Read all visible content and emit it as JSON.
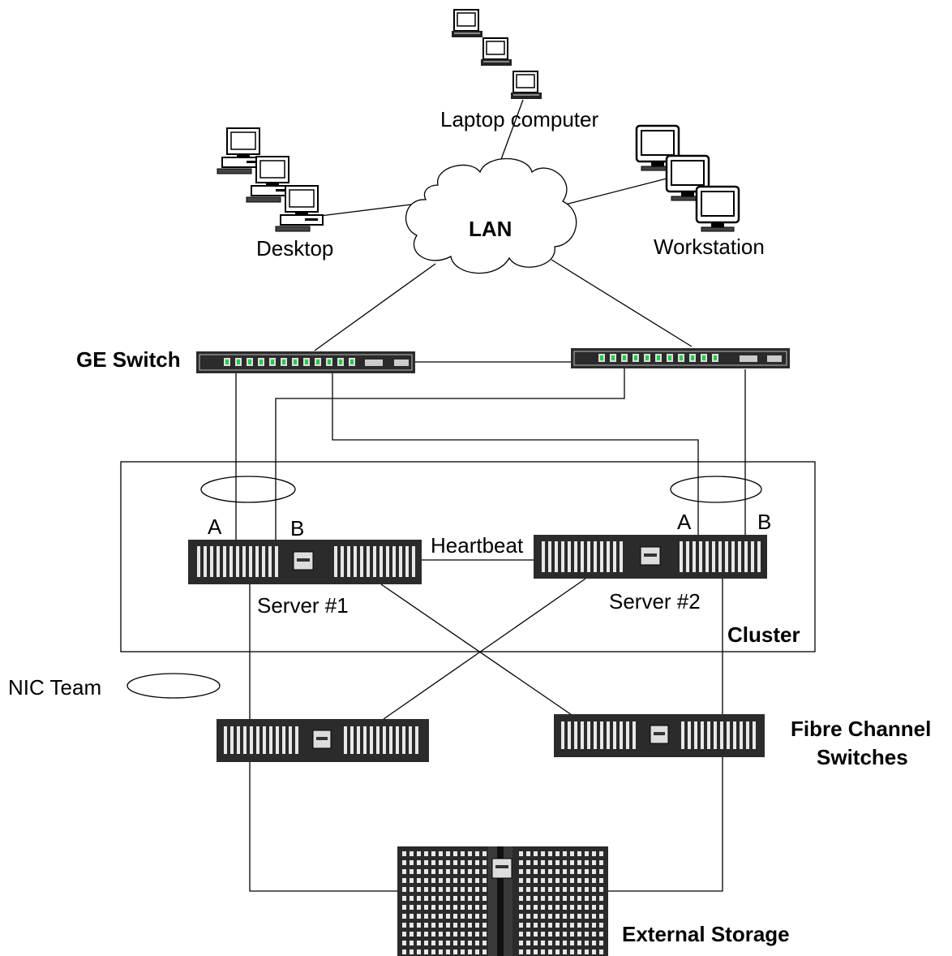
{
  "labels": {
    "laptop": "Laptop computer",
    "desktop": "Desktop",
    "workstation": "Workstation",
    "lan": "LAN",
    "ge_switch": "GE Switch",
    "port_a": "A",
    "port_b": "B",
    "heartbeat": "Heartbeat",
    "server1": "Server #1",
    "server2": "Server #2",
    "cluster": "Cluster",
    "nic_team": "NIC Team",
    "fc_switches_line1": "Fibre Channel",
    "fc_switches_line2": "Switches",
    "external_storage": "External Storage"
  },
  "colors": {
    "device_body": "#2b2b2b",
    "device_vent": "#e8e8e8",
    "switch_led": "#22cc44",
    "line": "#000000"
  }
}
